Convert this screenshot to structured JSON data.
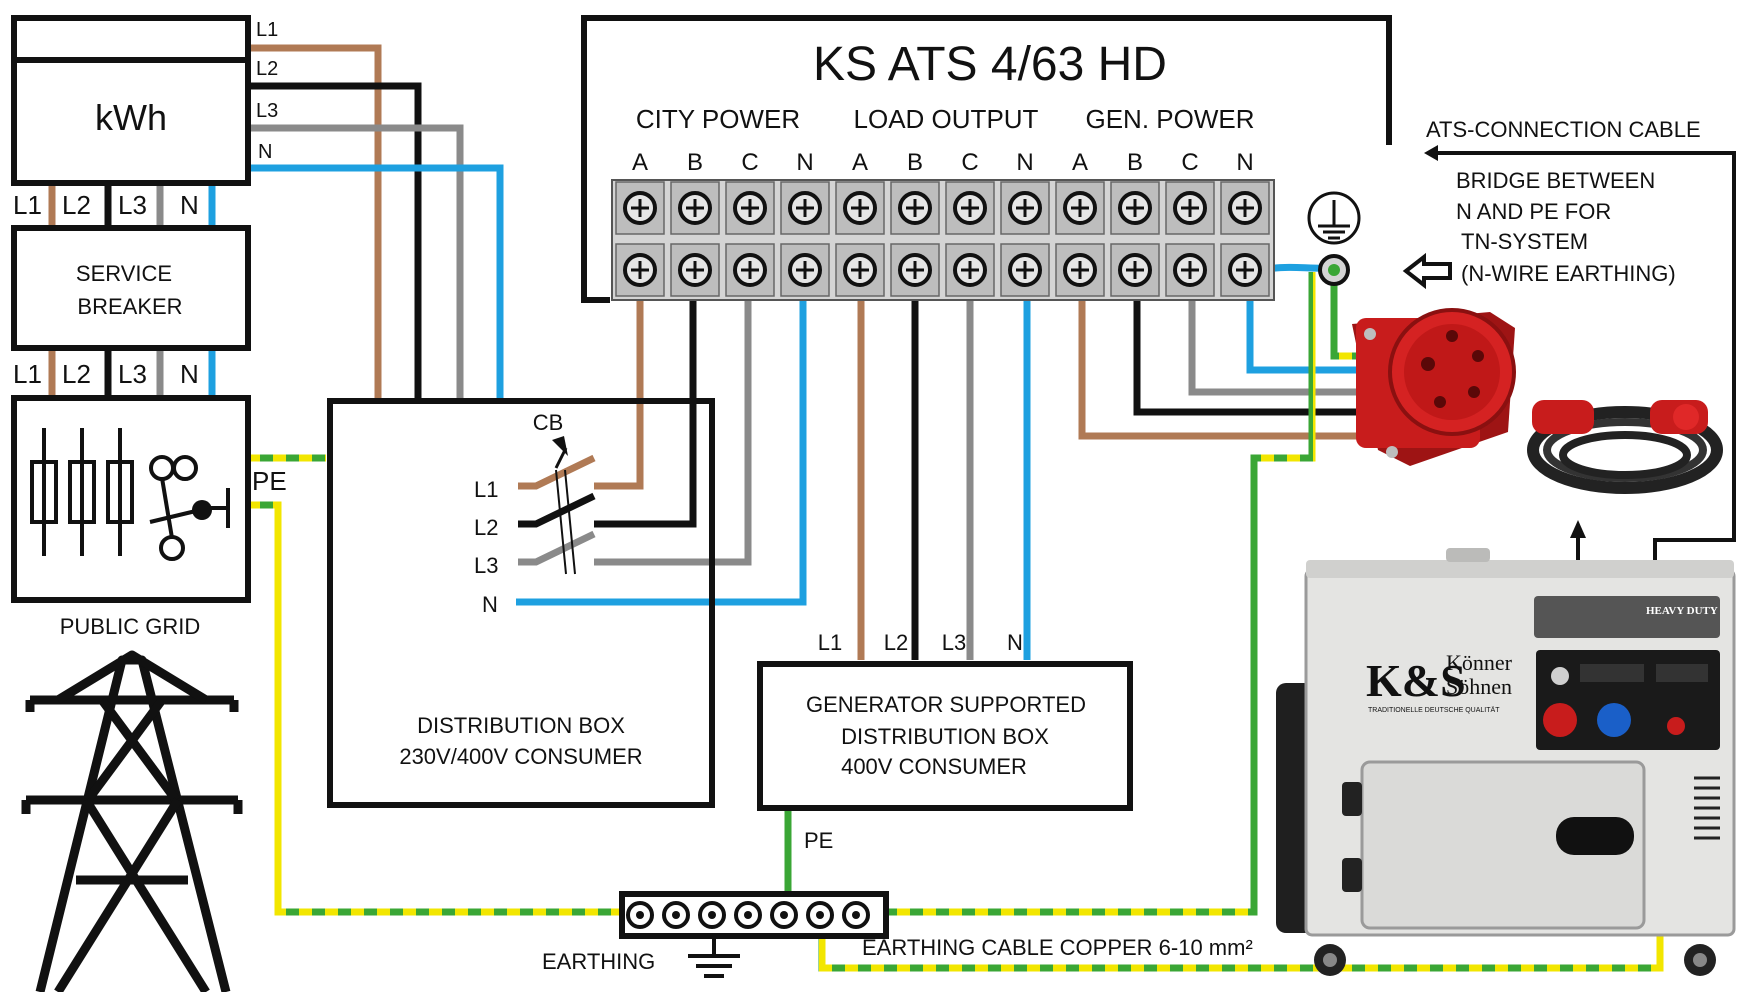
{
  "meter": {
    "title": "kWh",
    "out_labels": [
      "L1",
      "L2",
      "L3",
      "N"
    ],
    "bottom_labels": [
      "L1",
      "L2",
      "L3",
      "N"
    ]
  },
  "service_breaker": {
    "line1": "SERVICE",
    "line2": "BREAKER",
    "bottom_labels": [
      "L1",
      "L2",
      "L3",
      "N"
    ]
  },
  "public_grid": {
    "label": "PUBLIC GRID",
    "pe_label": "PE"
  },
  "ats": {
    "title": "KS ATS 4/63 HD",
    "groups": [
      "CITY POWER",
      "LOAD OUTPUT",
      "GEN. POWER"
    ],
    "terminals": [
      "A",
      "B",
      "C",
      "N",
      "A",
      "B",
      "C",
      "N",
      "A",
      "B",
      "C",
      "N"
    ]
  },
  "notes": {
    "ats_cable": "ATS-CONNECTION CABLE",
    "bridge": [
      "BRIDGE BETWEEN",
      "N AND PE FOR",
      "TN-SYSTEM",
      "(N-WIRE EARTHING)"
    ]
  },
  "distribution_box": {
    "cb_label": "CB",
    "lines": [
      "L1",
      "L2",
      "L3",
      "N"
    ],
    "line1": "DISTRIBUTION BOX",
    "line2": "230V/400V  CONSUMER"
  },
  "gen_box": {
    "in_labels": [
      "L1",
      "L2",
      "L3",
      "N"
    ],
    "line1": "GENERATOR  SUPPORTED",
    "line2": "DISTRIBUTION BOX",
    "line3": "400V  CONSUMER",
    "pe_label": "PE"
  },
  "earthing": {
    "label": "EARTHING",
    "cable_label": "EARTHING CABLE  COPPER  6-10 mm²"
  },
  "generator": {
    "brand": "K&S",
    "brand_line1": "Könner",
    "brand_line2": "Söhnen",
    "tagline": "TRADITIONELLE DEUTSCHE QUALITÄT",
    "badge": "HEAVY DUTY"
  },
  "colors": {
    "brown": "#b07a55",
    "black": "#111111",
    "grey": "#8a8a8a",
    "blue": "#1ea0e0",
    "pe_green": "#3aa635",
    "pe_yellow": "#f2e600",
    "plug_red": "#c81c1c"
  }
}
